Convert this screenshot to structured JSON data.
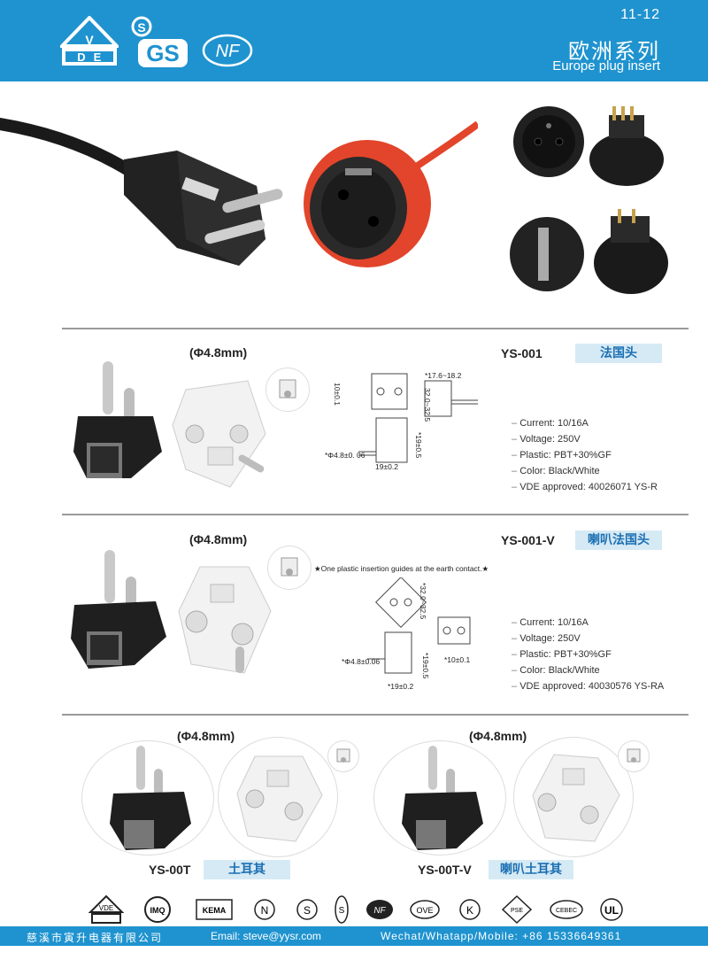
{
  "header": {
    "page_num": "11-12",
    "title_cn": "欧洲系列",
    "title_en": "Europe plug insert",
    "logos": {
      "vde": "VDE",
      "gs": "GS",
      "nf": "NF"
    }
  },
  "products": [
    {
      "dim": "(Φ4.8mm)",
      "model": "YS-001",
      "tag": "法国头",
      "specs": [
        "Current: 10/16A",
        "Voltage: 250V",
        "Plastic: PBT+30%GF",
        "Color: Black/White",
        "VDE approved: 40026071 YS-R"
      ],
      "drawing": {
        "d1": "*17.6~18.2",
        "d2": "10±0.1",
        "d3": "32.0~32.5",
        "d4": "*Φ4.8±0. 06",
        "d5": "19±0.2",
        "d6": "*19±0.5"
      }
    },
    {
      "dim": "(Φ4.8mm)",
      "model": "YS-001-V",
      "tag": "喇叭法国头",
      "note": "★One plastic insertion guides at the earth contact.★",
      "specs": [
        "Current: 10/16A",
        "Voltage: 250V",
        "Plastic: PBT+30%GF",
        "Color: Black/White",
        "VDE approved: 40030576 YS-RA"
      ],
      "drawing": {
        "d1": "*32.0~32.5",
        "d2": "*10±0.1",
        "d3": "*Φ4.8±0.06",
        "d4": "*19±0.5",
        "d5": "*19±0.2"
      }
    },
    {
      "dim": "(Φ4.8mm)",
      "model": "YS-00T",
      "tag": "土耳其"
    },
    {
      "dim": "(Φ4.8mm)",
      "model": "YS-00T-V",
      "tag": "喇叭土耳其"
    }
  ],
  "certs": [
    "VDE",
    "IMQ",
    "KEMA",
    "N",
    "S",
    "S",
    "NF",
    "OVE",
    "K",
    "PSE",
    "CEBEC",
    "UL"
  ],
  "footer": {
    "company": "慈溪市寅升电器有限公司",
    "email": "Email:  steve@yysr.com",
    "contact": "Wechat/Whatapp/Mobile: +86 15336649361"
  },
  "colors": {
    "brand_blue": "#1f93cf",
    "tag_bg": "#d6eaf5",
    "plug_black": "#1d1d1d",
    "socket_red": "#e2452b"
  }
}
